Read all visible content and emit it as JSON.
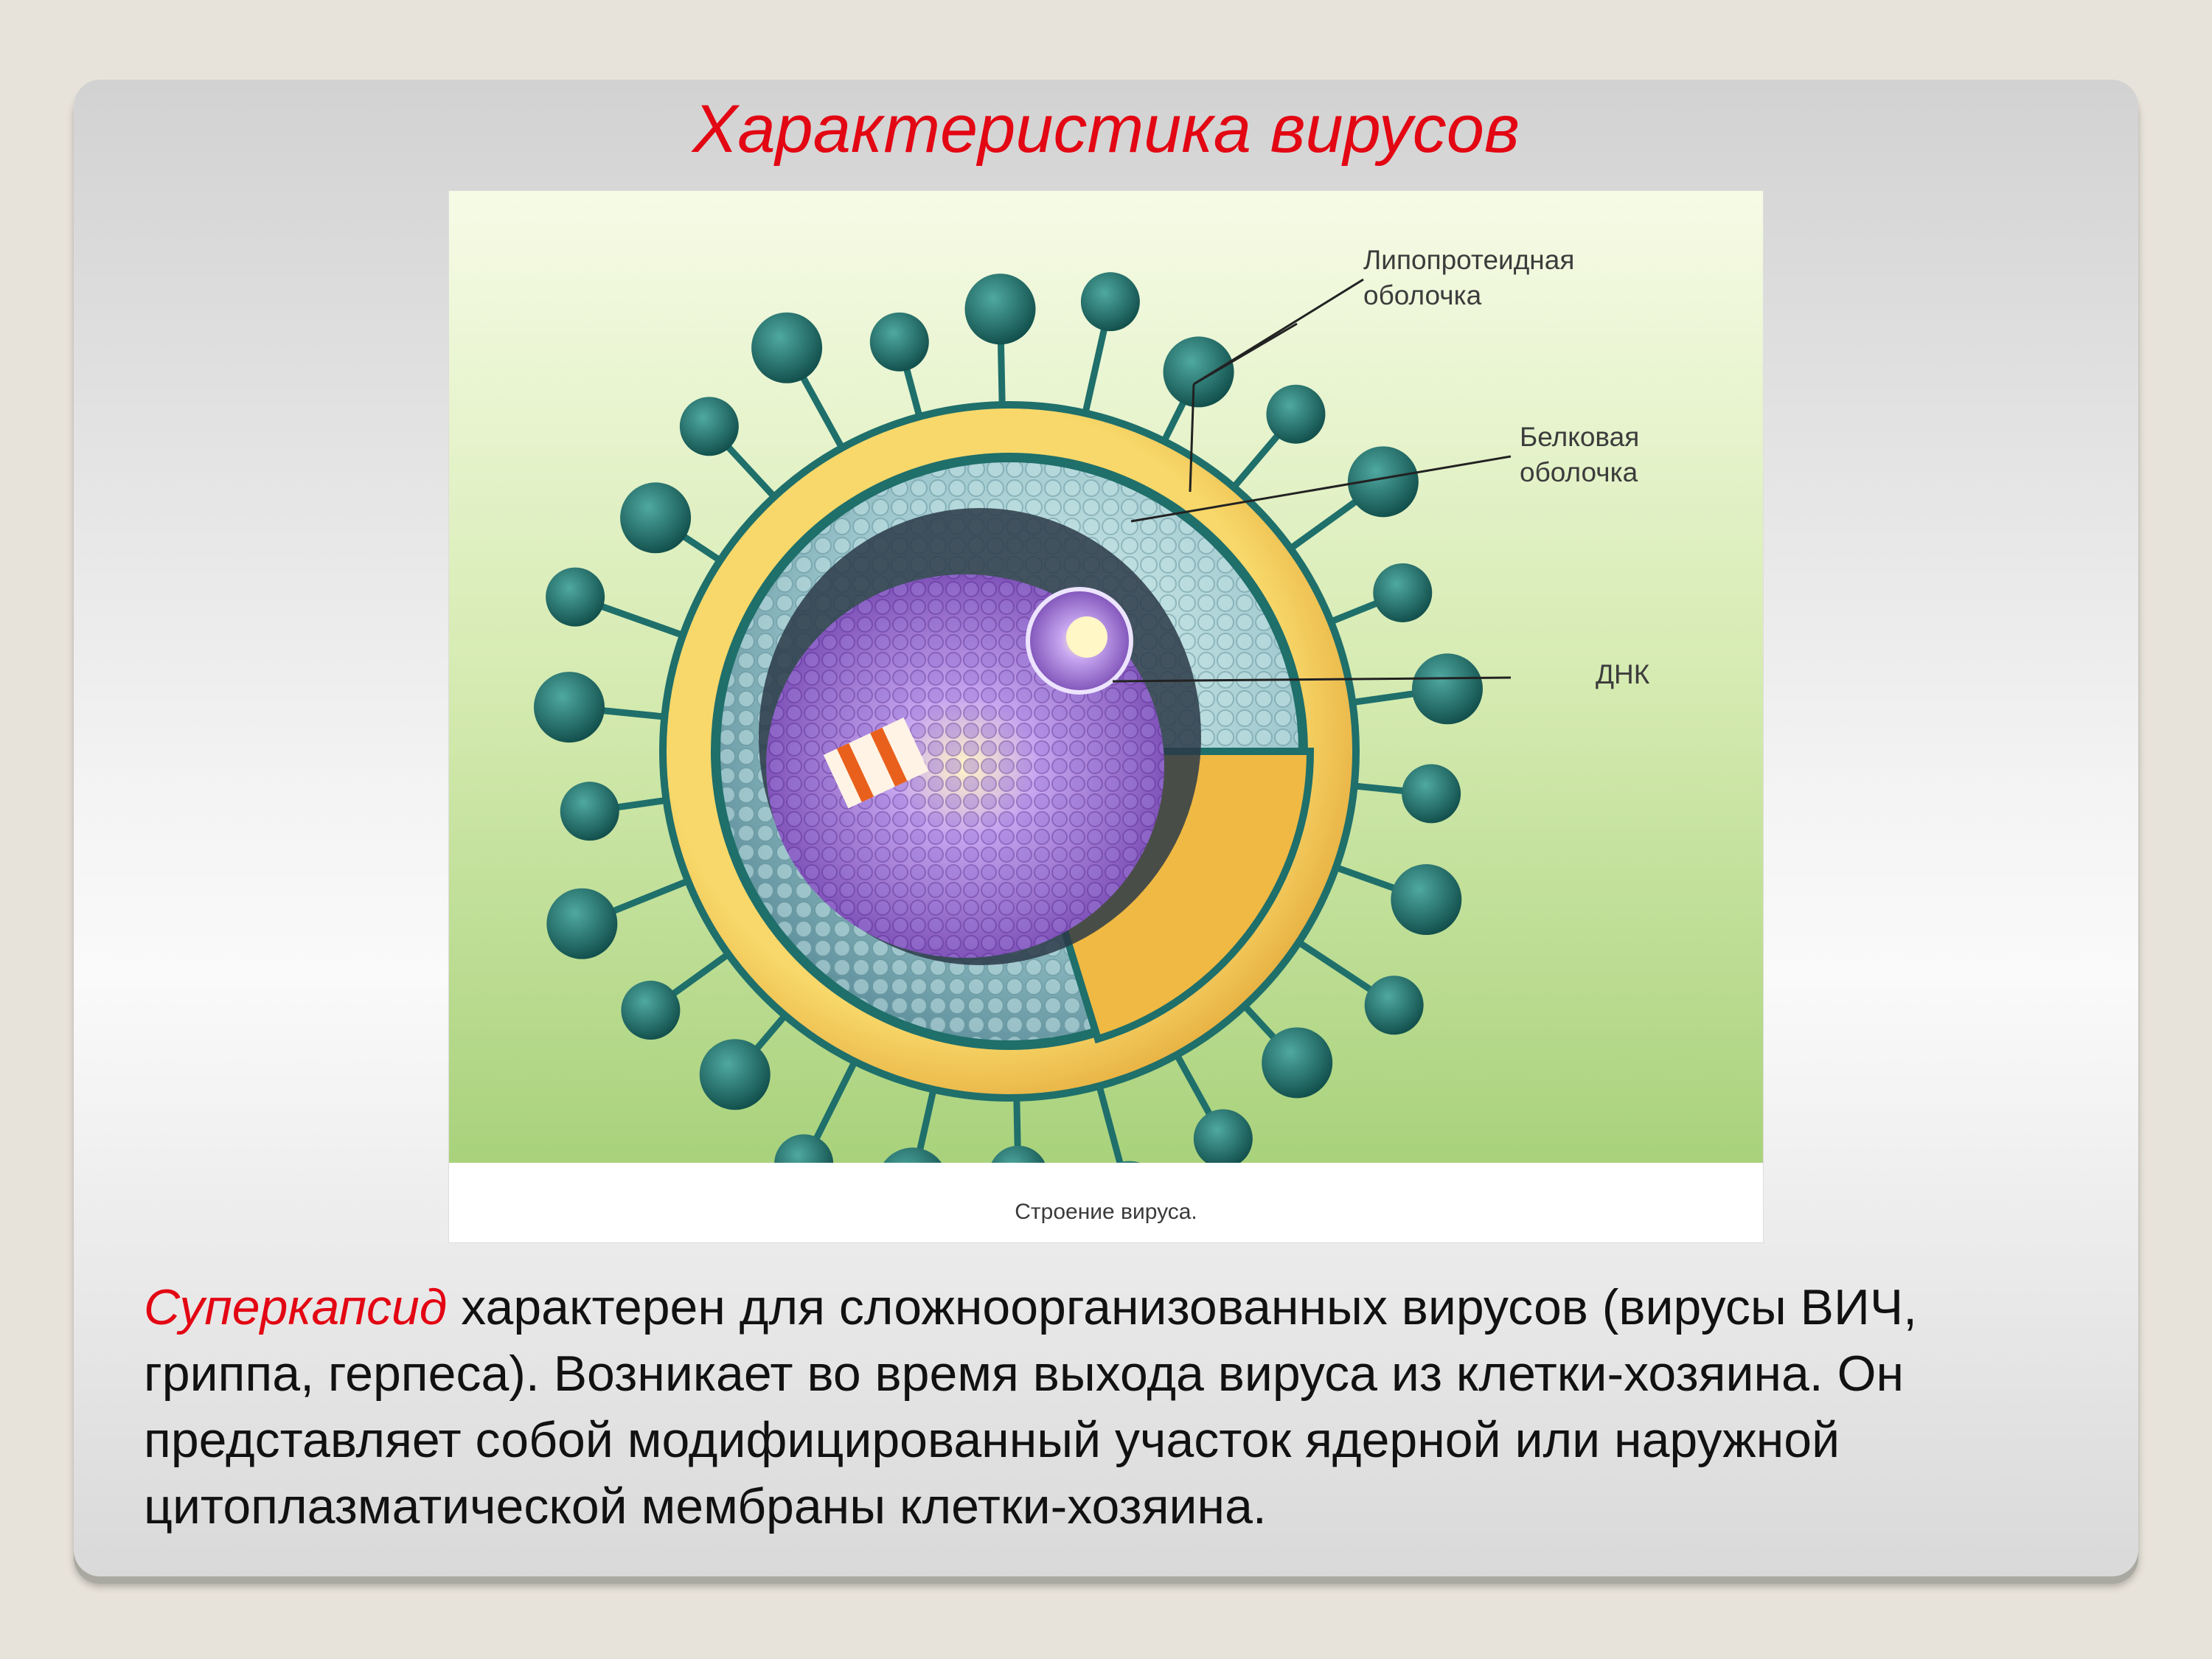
{
  "slide": {
    "title": "Характеристика вирусов"
  },
  "figure": {
    "labels": {
      "lipoprotein_line1": "Липопротеидная",
      "lipoprotein_line2": "оболочка",
      "protein_line1": "Белковая",
      "protein_line2": "оболочка",
      "dna": "ДНК"
    },
    "caption": "Строение вируса."
  },
  "paragraph": {
    "term": "Суперкапсид",
    "text": " характерен для сложноорганизованных вирусов (вирусы ВИЧ, гриппа, герпеса). Возникает во время выхода вируса из клетки-хозяина. Он представляет собой модифицированный участок ядерной или наружной цитоплазматической мембраны клетки-хозяина."
  },
  "colors": {
    "title": "#e30613",
    "term": "#e30613",
    "envelope": "#f2c14a",
    "spikes": "#1f6f6b"
  }
}
